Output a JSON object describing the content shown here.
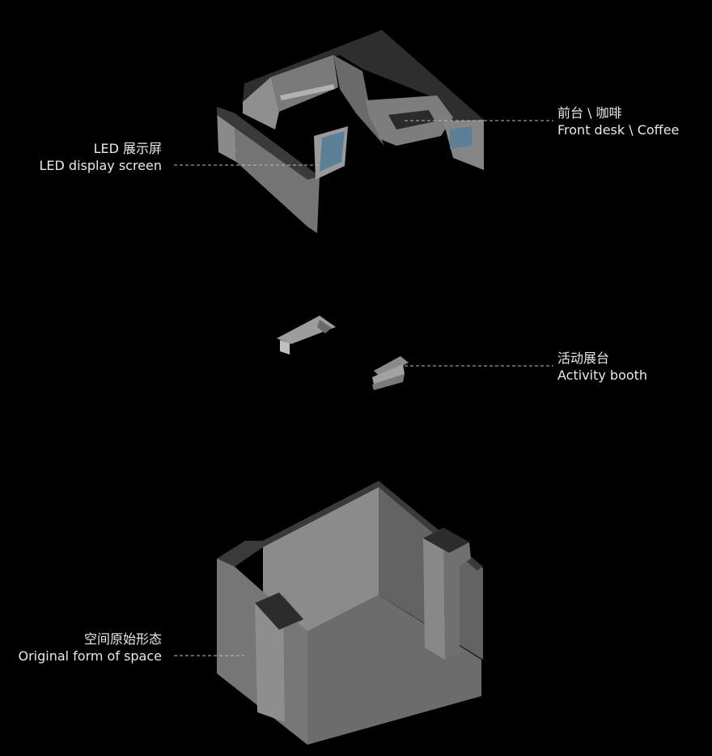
{
  "labels": {
    "led": {
      "zh": "LED 展示屏",
      "en": "LED display screen"
    },
    "front_desk": {
      "zh": "前台 \\ 咖啡",
      "en": "Front desk \\ Coffee"
    },
    "activity": {
      "zh": "活动展台",
      "en": "Activity booth"
    },
    "space": {
      "zh": "空间原始形态",
      "en": "Original form of space"
    }
  },
  "colors": {
    "background": "#000000",
    "text": "#e8e8e8",
    "leader": "#bdbdbd",
    "wall_light": "#8e8e8e",
    "wall_mid": "#6e6e6e",
    "wall_dark": "#555555",
    "top_edge": "#2e2e2e",
    "screen": "#5a7f96"
  }
}
